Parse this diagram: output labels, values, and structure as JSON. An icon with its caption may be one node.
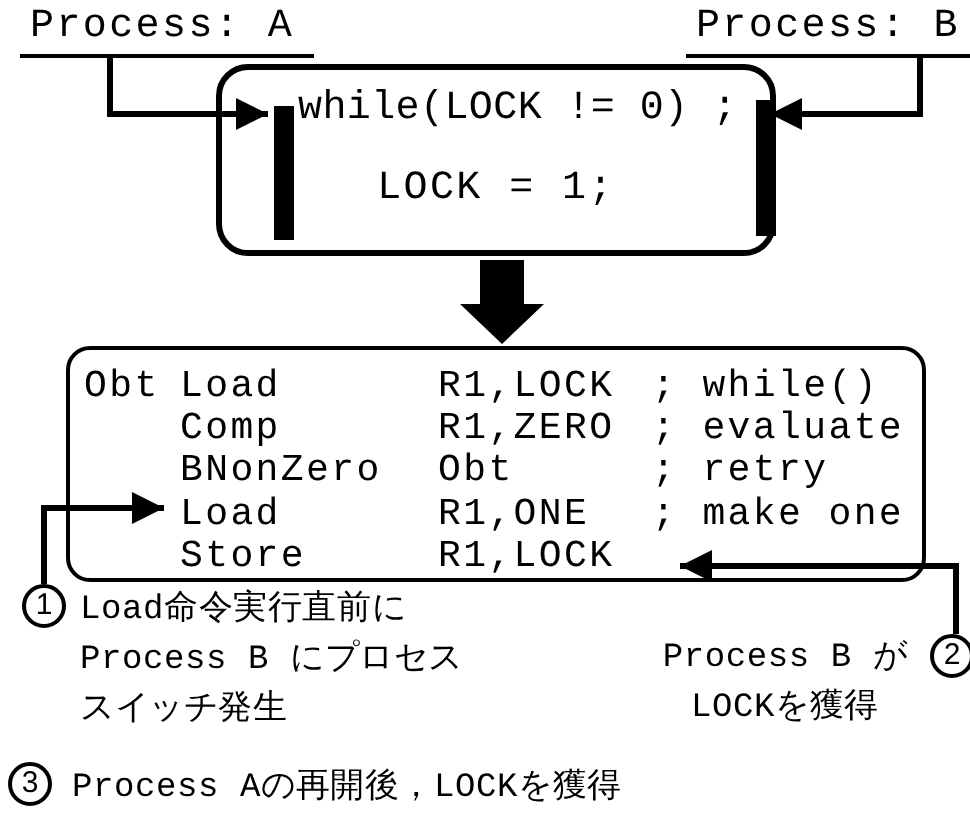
{
  "diagram": {
    "nodes": [
      {
        "text": [
          "Process: A"
        ]
      },
      {
        "text": [
          "Process: B"
        ]
      },
      {
        "text": [
          "while(LOCK != 0) ;",
          "LOCK = 1;"
        ]
      },
      {
        "text": [],
        "shape": "bar",
        "in": 2
      },
      {
        "text": [],
        "shape": "bar",
        "in": 2
      },
      {
        "text": [
          "Obt",
          "Load",
          "R1,LOCK",
          "; while()",
          "Comp",
          "R1,ZERO",
          "; evaluate",
          "BNonZero",
          "Obt",
          "; retry",
          "Load",
          "R1,ONE",
          "; make one",
          "Store",
          "R1,LOCK"
        ]
      },
      {
        "text": [
          "1"
        ],
        "beside": [
          "Load命令実行直前にProcess B にプロセススイッチ発生"
        ]
      },
      {
        "text": [
          "2"
        ],
        "beside": [
          "Process B がLOCKを獲得"
        ]
      },
      {
        "text": [
          "3"
        ],
        "beside": [
          "Process Aの再開後，LOCKを獲得"
        ]
      }
    ],
    "edges": [
      {
        "from": 0,
        "to": 3,
        "arrow": "to"
      },
      {
        "from": 1,
        "to": 4,
        "arrow": "to"
      },
      {
        "from": 2,
        "to": 5,
        "arrow": "to",
        "style": "thick"
      },
      {
        "from": 6,
        "to": 5,
        "arrow": "to"
      },
      {
        "from": 7,
        "to": 5,
        "arrow": "to"
      }
    ]
  }
}
